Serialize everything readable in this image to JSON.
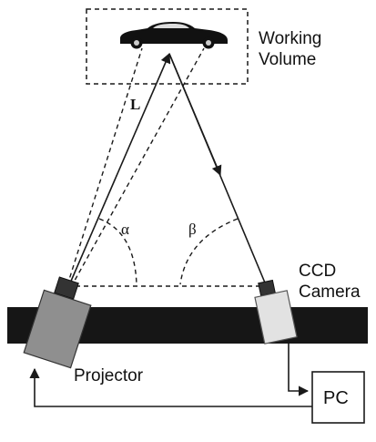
{
  "labels": {
    "working_volume_line1": "Working",
    "working_volume_line2": "Volume",
    "distance": "L",
    "angle_projector": "α",
    "angle_camera": "β",
    "ccd_line1": "CCD",
    "ccd_line2": "Camera",
    "projector": "Projector",
    "pc": "PC"
  },
  "icons": {
    "car": "car-icon",
    "projector": "projector-icon",
    "camera": "ccd-camera-icon"
  },
  "colors": {
    "ink": "#1a1a1a",
    "bar": "#161616",
    "projector_fill": "#8f8f8f",
    "camera_fill": "#e2e2e2"
  }
}
